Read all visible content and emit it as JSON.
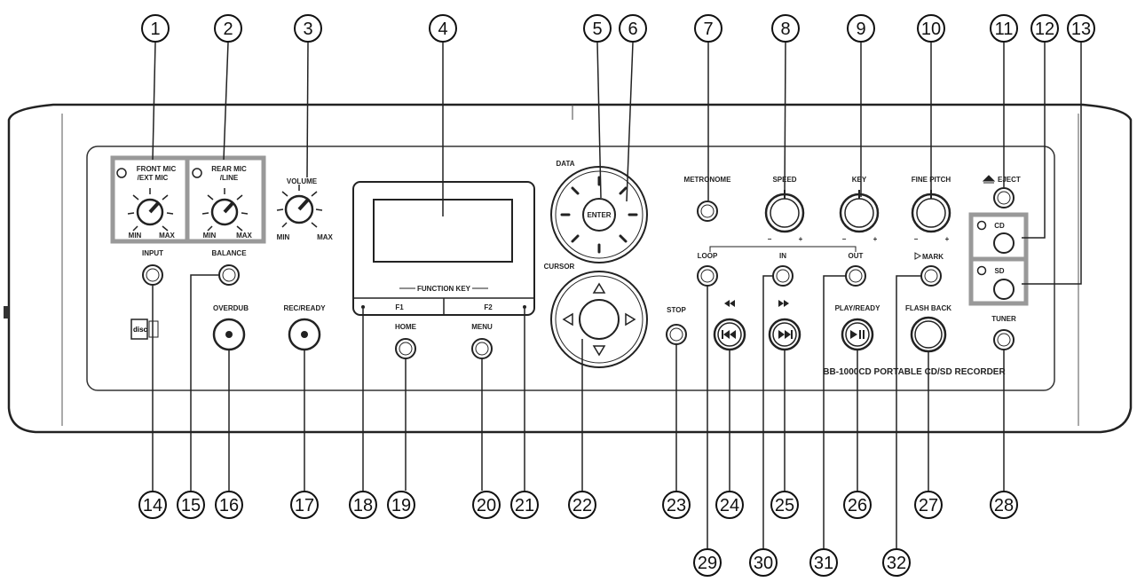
{
  "callouts": [
    "1",
    "2",
    "3",
    "4",
    "5",
    "6",
    "7",
    "8",
    "9",
    "10",
    "11",
    "12",
    "13",
    "14",
    "15",
    "16",
    "17",
    "18",
    "19",
    "20",
    "21",
    "22",
    "23",
    "24",
    "25",
    "26",
    "27",
    "28",
    "29",
    "30",
    "31",
    "32"
  ],
  "labels": {
    "front_mic_1": "FRONT MIC",
    "front_mic_2": "/EXT MIC",
    "rear_mic_1": "REAR MIC",
    "rear_mic_2": "/LINE",
    "min": "MIN",
    "max": "MAX",
    "volume": "VOLUME",
    "data": "DATA",
    "enter": "ENTER",
    "cursor": "CURSOR",
    "function_key": "FUNCTION KEY",
    "f1": "F1",
    "f2": "F2",
    "home": "HOME",
    "menu": "MENU",
    "metronome": "METRONOME",
    "speed": "SPEED",
    "key": "KEY",
    "fine_pitch": "FINE PITCH",
    "eject": "EJECT",
    "cd": "CD",
    "sd": "SD",
    "tuner": "TUNER",
    "input": "INPUT",
    "balance": "BALANCE",
    "overdub": "OVERDUB",
    "rec_ready": "REC/READY",
    "loop": "LOOP",
    "in": "IN",
    "out": "OUT",
    "mark": "MARK",
    "stop": "STOP",
    "play_ready": "PLAY/READY",
    "flash_back": "FLASH BACK",
    "minus": "−",
    "plus": "+",
    "model": "BB-1000CD PORTABLE CD/SD RECORDER"
  },
  "logo_text": "disc"
}
